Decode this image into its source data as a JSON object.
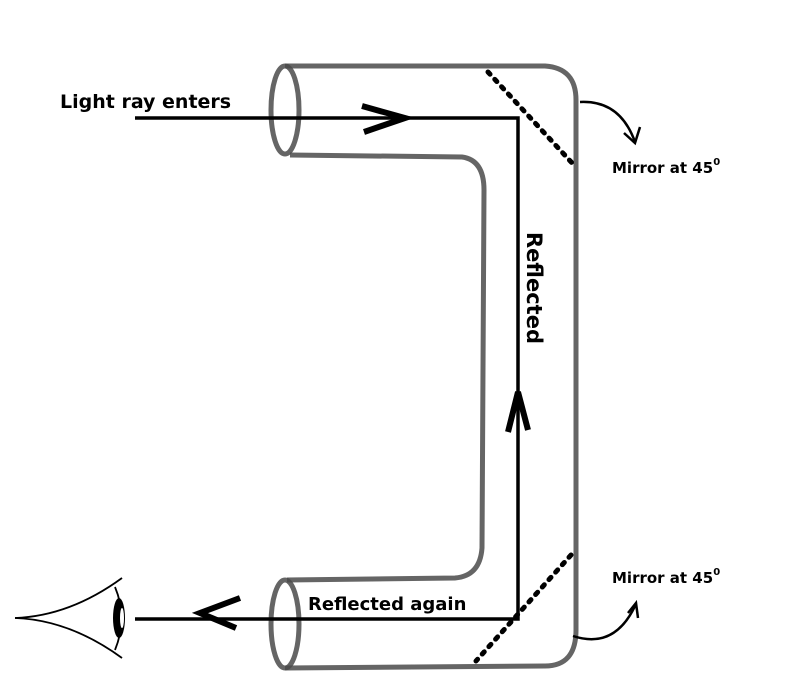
{
  "title": "Periscope",
  "labels": {
    "entry": "Light ray enters",
    "reflected": "Reflected",
    "reflected_again": "Reflected  again",
    "mirror_top": "Mirror at 45",
    "mirror_top_sup": "0",
    "mirror_bottom": "Mirror at 45",
    "mirror_bottom_sup": "0"
  }
}
